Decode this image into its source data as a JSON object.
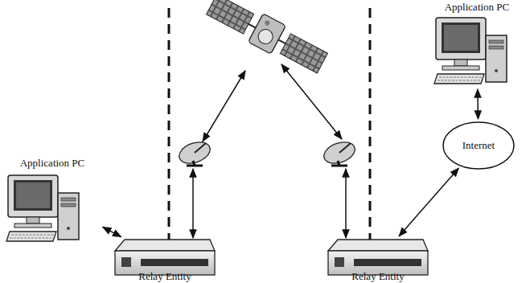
{
  "diagram": {
    "nodes": [
      {
        "text": [
          "Application PC"
        ]
      },
      {
        "text": [
          "Internet"
        ]
      },
      {
        "text": [
          "Application PC"
        ]
      },
      {
        "text": [
          "Relay Entity"
        ]
      },
      {
        "text": [
          "Relay Entity"
        ]
      }
    ],
    "edges": [
      {
        "from": 2,
        "to": 3,
        "arrow": "both"
      },
      {
        "from": 4,
        "to": 1,
        "arrow": "both"
      },
      {
        "from": 1,
        "to": 0,
        "arrow": "both"
      }
    ]
  }
}
